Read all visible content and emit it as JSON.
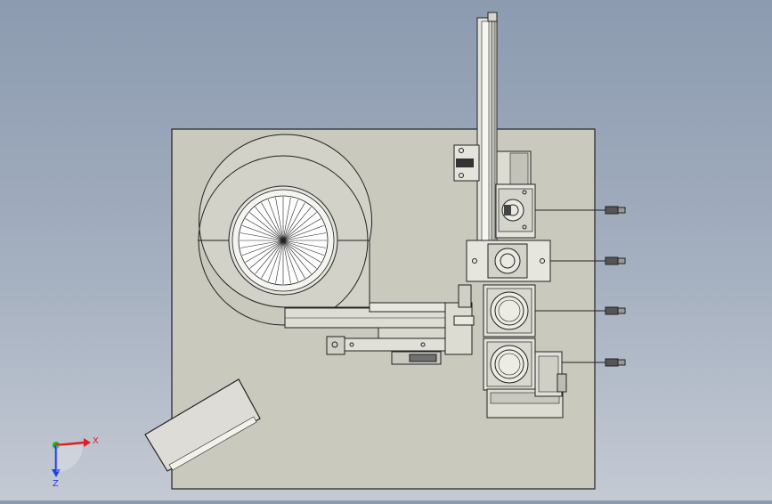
{
  "view": {
    "background_top": "#8c9bb0",
    "background_bottom": "#c4cad4",
    "plate_color": "#c9c9be",
    "line_color": "#1a1a1a"
  },
  "triad": {
    "x_label": "X",
    "z_label": "Z",
    "x_color": "#e02020",
    "y_color": "#20b020",
    "z_color": "#2040e0"
  },
  "components": {
    "bowl_feeder": "vibratory-bowl-feeder",
    "vertical_rail": "linear-rail",
    "cylinders": 3,
    "chute": "discharge-chute",
    "cable_connectors": 4
  }
}
